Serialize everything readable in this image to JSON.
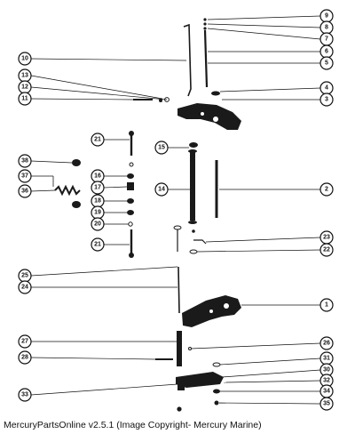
{
  "caption": "MercuryPartsOnline v2.5.1 (Image Copyright- Mercury Marine)",
  "callouts": [
    {
      "label": "9"
    },
    {
      "label": "8"
    },
    {
      "label": "7"
    },
    {
      "label": "6"
    },
    {
      "label": "5"
    },
    {
      "label": "4"
    },
    {
      "label": "3"
    },
    {
      "label": "10"
    },
    {
      "label": "13"
    },
    {
      "label": "12"
    },
    {
      "label": "11"
    },
    {
      "label": "21"
    },
    {
      "label": "15"
    },
    {
      "label": "38"
    },
    {
      "label": "37"
    },
    {
      "label": "36"
    },
    {
      "label": "16"
    },
    {
      "label": "17"
    },
    {
      "label": "18"
    },
    {
      "label": "19"
    },
    {
      "label": "20"
    },
    {
      "label": "14"
    },
    {
      "label": "2"
    },
    {
      "label": "23"
    },
    {
      "label": "22"
    },
    {
      "label": "21"
    },
    {
      "label": "25"
    },
    {
      "label": "24"
    },
    {
      "label": "1"
    },
    {
      "label": "27"
    },
    {
      "label": "26"
    },
    {
      "label": "28"
    },
    {
      "label": "31"
    },
    {
      "label": "30"
    },
    {
      "label": "32"
    },
    {
      "label": "33"
    },
    {
      "label": "34"
    },
    {
      "label": "35"
    }
  ]
}
